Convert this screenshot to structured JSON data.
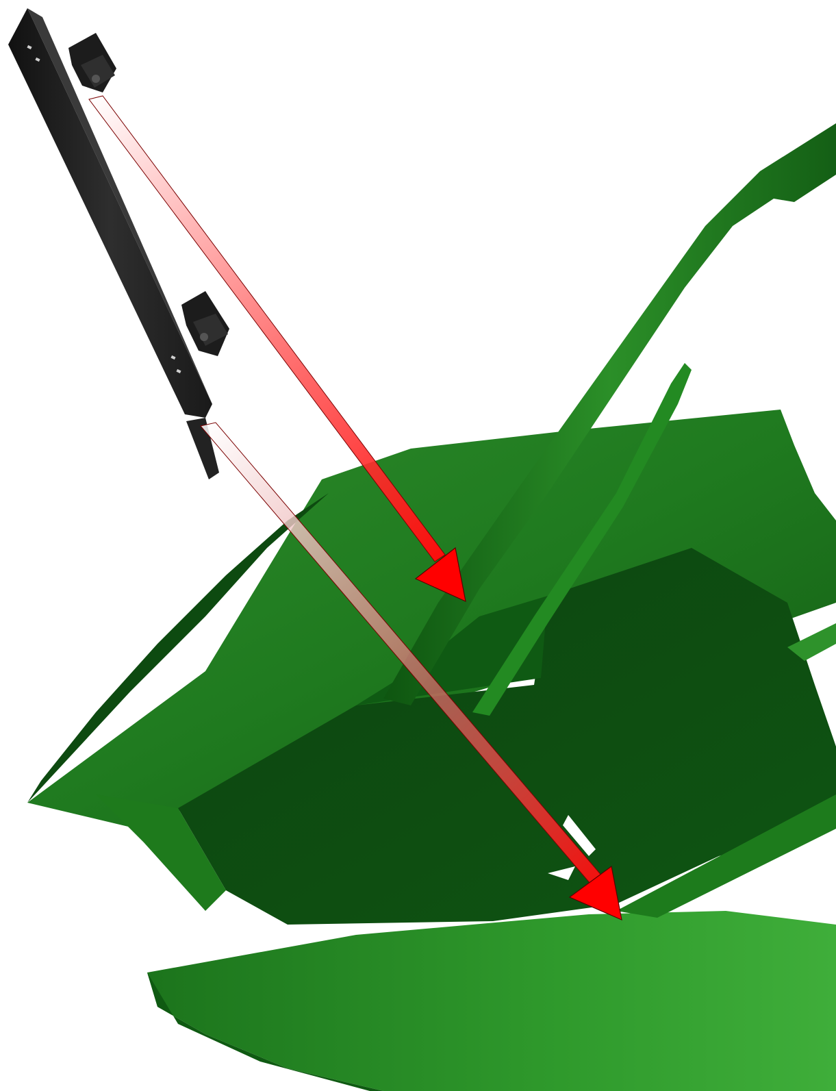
{
  "scene": {
    "background_color": "#ffffff",
    "device": {
      "name": "sensor-bar",
      "body_color": "#2a2a2a",
      "mount_count": 2
    },
    "structure": {
      "name": "green-3d-mesh",
      "colors": {
        "base": "#1f7a1f",
        "light": "#3a9a36",
        "dark": "#0f4f10",
        "shadow": "#0a3a0b"
      }
    },
    "beams": [
      {
        "name": "beam-upper",
        "color": "#ff0000",
        "gradient": [
          "#ffffff",
          "#ff0000"
        ]
      },
      {
        "name": "beam-lower",
        "color": "#ff0000",
        "gradient": [
          "#ffffff",
          "#ff0000"
        ]
      }
    ]
  }
}
